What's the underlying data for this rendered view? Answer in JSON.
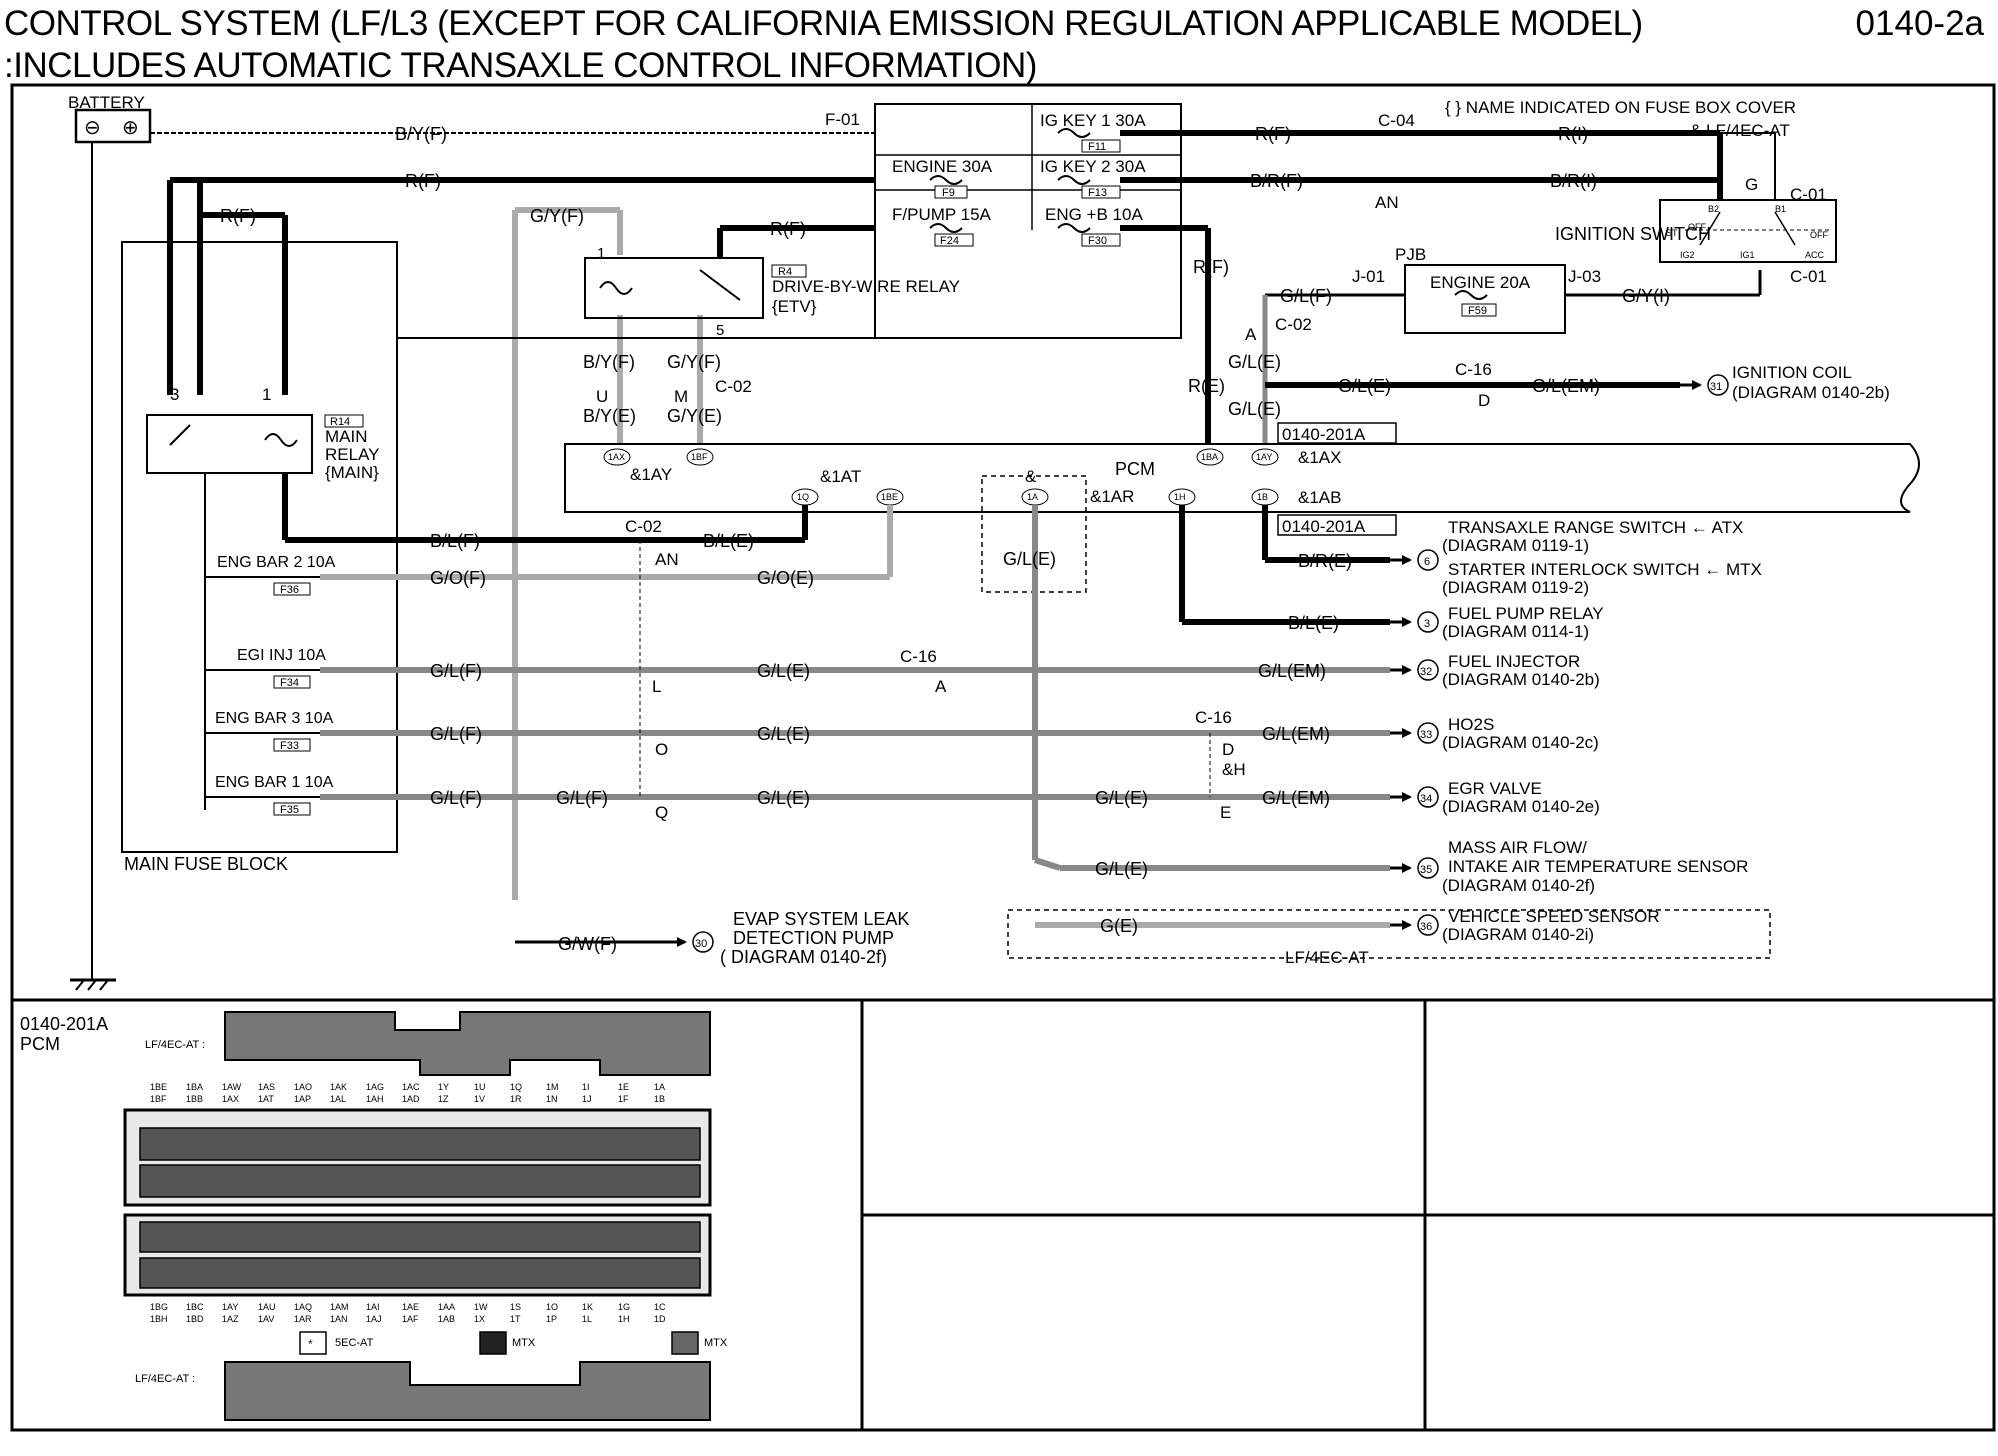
{
  "header": {
    "title_line1": "CONTROL SYSTEM (LF/L3 (EXCEPT FOR CALIFORNIA EMISSION REGULATION APPLICABLE MODEL)",
    "title_line2": ":INCLUDES AUTOMATIC TRANSAXLE CONTROL INFORMATION)",
    "page_id": "0140-2a"
  },
  "battery": {
    "label": "BATTERY",
    "minus": "⊖",
    "plus": "⊕"
  },
  "fuse_note": "{ } NAME INDICATED ON FUSE BOX COVER",
  "fuse_note2": "& LF/4EC-AT",
  "fuses_top": [
    {
      "name": "IG KEY 1 30A",
      "code": "F11"
    },
    {
      "name": "IG KEY 2 30A",
      "code": "F13"
    },
    {
      "name": "ENGINE 30A",
      "code": "F9"
    },
    {
      "name": "F/PUMP 15A",
      "code": "F24"
    },
    {
      "name": "ENG +B 10A",
      "code": "F30"
    }
  ],
  "fuses_main": [
    {
      "name": "ENG BAR 2 10A",
      "code": "F36"
    },
    {
      "name": "EGI INJ 10A",
      "code": "F34"
    },
    {
      "name": "ENG BAR 3 10A",
      "code": "F33"
    },
    {
      "name": "ENG BAR 1 10A",
      "code": "F35"
    }
  ],
  "connectors": {
    "f01": "F-01",
    "c04": "C-04",
    "c01": "C-01",
    "c01b": "C-01",
    "c02a": "C-02",
    "c02b": "C-02",
    "c02c": "C-02",
    "c16a": "C-16",
    "c16b": "C-16",
    "c16c": "C-16",
    "j01": "J-01",
    "j03": "J-03",
    "an1": "AN",
    "an2": "AN",
    "g": "G",
    "a": "A",
    "d": "D",
    "e": "E",
    "dh": "&H",
    "l": "L",
    "o": "O",
    "q": "Q",
    "u": "U",
    "m": "M"
  },
  "wires": {
    "by_f": "B/Y(F)",
    "r_f1": "R(F)",
    "r_i": "R(I)",
    "r_f2": "R(F)",
    "br_f": "B/R(F)",
    "br_i": "B/R(I)",
    "r_f3": "R(F)",
    "r_f4": "R(F)",
    "r_f5": "R(F)",
    "gy_f": "G/Y(F)",
    "gl_f_top": "G/L(F)",
    "gy_i": "G/Y(I)",
    "gl_e1": "G/L(E)",
    "gl_e2": "G/L(E)",
    "gl_em1": "G/L(EM)",
    "r_e": "R(E)",
    "gl_e3": "G/L(E)",
    "by_f2": "B/Y(F)",
    "gy_f2": "G/Y(F)",
    "by_e": "B/Y(E)",
    "gy_e": "G/Y(E)",
    "bl_f": "B/L(F)",
    "bl_e": "B/L(E)",
    "go_f": "G/O(F)",
    "go_e": "G/O(E)",
    "gl_e_pcm": "G/L(E)",
    "br_e": "B/R(E)",
    "bl_e2": "B/L(E)",
    "gl_f1": "G/L(F)",
    "gl_e4": "G/L(E)",
    "gl_em2": "G/L(EM)",
    "gl_f2": "G/L(F)",
    "gl_e5": "G/L(E)",
    "gl_em3": "G/L(EM)",
    "gl_f3": "G/L(F)",
    "gl_f4": "G/L(F)",
    "gl_e6": "G/L(E)",
    "gl_e7": "G/L(E)",
    "gl_em4": "G/L(EM)",
    "gl_e8": "G/L(E)",
    "g_e": "G(E)",
    "gw_f": "G/W(F)"
  },
  "components": {
    "ignition_switch": "IGNITION SWITCH",
    "pjb": "PJB",
    "engine20": "ENGINE 20A",
    "engine20_code": "F59",
    "dbw_code": "R4",
    "dbw_name": "DRIVE-BY-WIRE RELAY",
    "dbw_sub": "{ETV}",
    "main_relay_code": "R14",
    "main_relay_l1": "MAIN",
    "main_relay_l2": "RELAY",
    "main_relay_l3": "{MAIN}",
    "main_fuse_block": "MAIN FUSE BLOCK",
    "pcm": "PCM",
    "ref1": "0140-201A",
    "ref2": "0140-201A",
    "lf4ec": "LF/4EC-AT",
    "pin3": "3",
    "pin1": "1",
    "pin1b": "1",
    "pin5": "5",
    "ign_st": "ST",
    "ign_ig2": "IG2",
    "ign_ig1": "IG1",
    "ign_acc": "ACC",
    "ign_off": "OFF",
    "ign_off2": "OFF",
    "ign_b1": "B1",
    "ign_b2": "B2"
  },
  "pcm_pins": {
    "p1ay": "&1AY",
    "p1at": "&1AT",
    "p1ar": "&1AR",
    "p1ax": "&1AX",
    "p1ab": "&1AB",
    "amp": "&",
    "b1ax": "1AX",
    "b1bf": "1BF",
    "b1q": "1Q",
    "b1be": "1BE",
    "b1a": "1A",
    "b1h": "1H",
    "b1b": "1B",
    "b1ba": "1BA",
    "b1ay": "1AY"
  },
  "destinations": [
    {
      "num": "31",
      "l1": "IGNITION COIL",
      "l2": "(DIAGRAM 0140-2b)"
    },
    {
      "num": "6",
      "l1": "TRANSAXLE RANGE SWITCH ← ATX",
      "l2": "(DIAGRAM 0119-1)",
      "l3": "STARTER INTERLOCK SWITCH ← MTX",
      "l4": "(DIAGRAM 0119-2)"
    },
    {
      "num": "3",
      "l1": "FUEL PUMP RELAY",
      "l2": "(DIAGRAM 0114-1)"
    },
    {
      "num": "32",
      "l1": "FUEL INJECTOR",
      "l2": "(DIAGRAM 0140-2b)"
    },
    {
      "num": "33",
      "l1": "HO2S",
      "l2": "(DIAGRAM 0140-2c)"
    },
    {
      "num": "34",
      "l1": "EGR VALVE",
      "l2": "(DIAGRAM 0140-2e)"
    },
    {
      "num": "35",
      "l1": "MASS AIR FLOW/",
      "l2": "INTAKE AIR TEMPERATURE SENSOR",
      "l3": "(DIAGRAM 0140-2f)"
    },
    {
      "num": "36",
      "l1": "VEHICLE SPEED SENSOR",
      "l2": "(DIAGRAM 0140-2i)"
    },
    {
      "num": "30",
      "l1": "EVAP SYSTEM LEAK",
      "l2": "DETECTION PUMP",
      "l3": "( DIAGRAM 0140-2f)"
    }
  ],
  "connector_view": {
    "title": "0140-201A",
    "subtitle": "PCM",
    "lf4ec_top": "LF/4EC-AT :",
    "lf4ec_bot": "LF/4EC-AT :",
    "legend_5ec": "5EC-AT",
    "legend_mtx1": "MTX",
    "legend_mtx2": "MTX",
    "top_labels_1": [
      "1BE",
      "1BA",
      "1AW",
      "1AS",
      "1AO",
      "1AK",
      "1AG",
      "1AC",
      "1Y",
      "1U",
      "1Q",
      "1M",
      "1I",
      "1E",
      "1A"
    ],
    "top_labels_2": [
      "1BF",
      "1BB",
      "1AX",
      "1AT",
      "1AP",
      "1AL",
      "1AH",
      "1AD",
      "1Z",
      "1V",
      "1R",
      "1N",
      "1J",
      "1F",
      "1B"
    ],
    "bot_labels_1": [
      "1BG",
      "1BC",
      "1AY",
      "1AU",
      "1AQ",
      "1AM",
      "1AI",
      "1AE",
      "1AA",
      "1W",
      "1S",
      "1O",
      "1K",
      "1G",
      "1C"
    ],
    "bot_labels_2": [
      "1BH",
      "1BD",
      "1AZ",
      "1AV",
      "1AR",
      "1AN",
      "1AJ",
      "1AF",
      "1AB",
      "1X",
      "1T",
      "1P",
      "1L",
      "1H",
      "1D"
    ]
  }
}
